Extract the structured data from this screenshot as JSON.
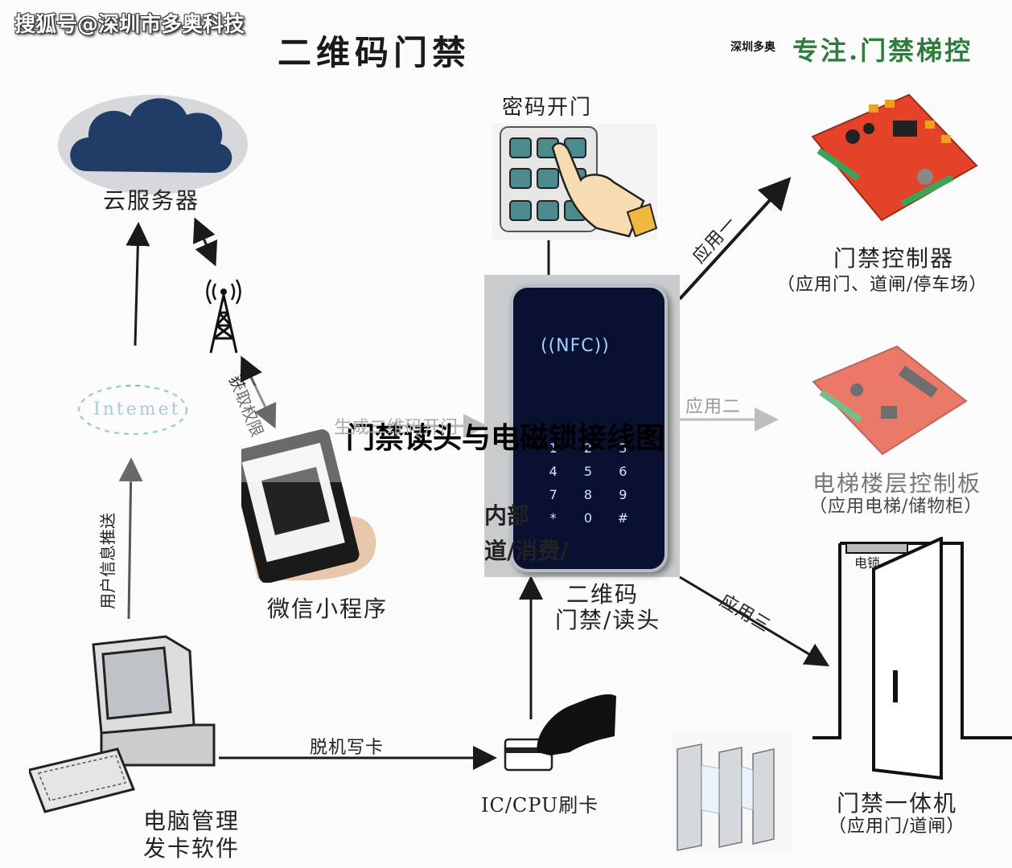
{
  "watermark": "搜狐号@深圳市多奥科技",
  "title": "二维码门禁",
  "brand": {
    "company": "深圳多奥",
    "slogan": "专注.门禁梯控"
  },
  "center_title": "门禁读头与电磁锁接线图",
  "nodes": {
    "cloud": "云服务器",
    "internet": "Intemet",
    "wechat": "微信小程序",
    "pc_line1": "电脑管理",
    "pc_line2": "发卡软件",
    "keypad": "密码开门",
    "reader_line1": "二维码",
    "reader_line2": "门禁/读头",
    "card": "IC/CPU刷卡",
    "controller": "门禁控制器",
    "controller_sub": "（应用门、道闸/停车场）",
    "elevator": "电梯楼层控制板",
    "elevator_sub": "（应用电梯/储物柜）",
    "door_unit": "门禁一体机",
    "door_unit_sub": "（应用门/道闸）",
    "lock": "电锁"
  },
  "edge_labels": {
    "get_permission": "获取权限",
    "user_push": "用户信息推送",
    "offline_write": "脱机写卡",
    "app1": "应用一",
    "app2": "应用二",
    "app3": "应用三",
    "generate_qr": "生成二维码开门"
  },
  "panel_text": {
    "nfc": "((NFC))",
    "side_text1": "内部",
    "side_text2": "道/消费/",
    "keys": [
      "1",
      "2",
      "3",
      "4",
      "5",
      "6",
      "7",
      "8",
      "9",
      "*",
      "0",
      "#"
    ]
  },
  "colors": {
    "line": "#1a1a1a",
    "faded": "#9a9a9a",
    "slogan": "#2f7d3c",
    "cloud": "#1f3d66",
    "panel": "#0a1030",
    "board": "#e5422a"
  }
}
